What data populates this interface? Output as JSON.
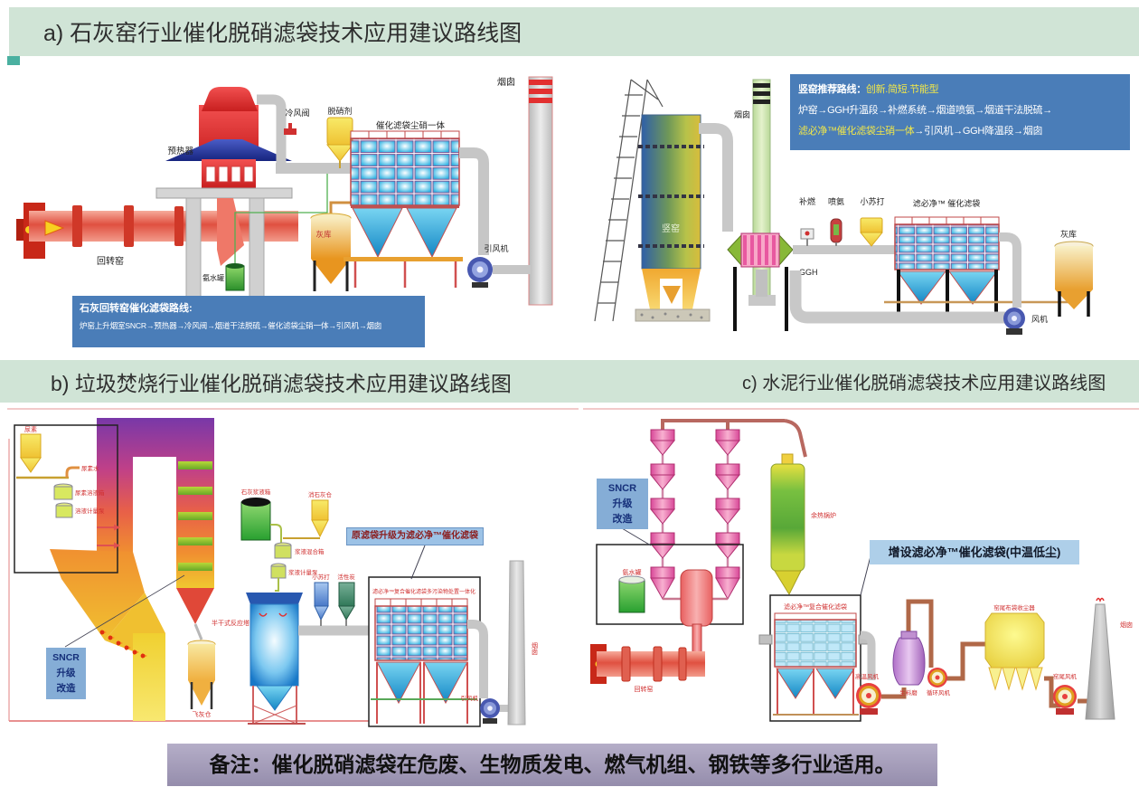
{
  "page": {
    "title_a": "a) 石灰窑行业催化脱硝滤袋技术应用建议路线图",
    "title_b": "b) 垃圾焚烧行业催化脱硝滤袋技术应用建议路线图",
    "title_c": "c) 水泥行业催化脱硝滤袋技术应用建议路线图",
    "note": "备注：催化脱硝滤袋在危废、生物质发电、燃气机组、钢铁等多行业适用。"
  },
  "lime_kiln": {
    "labels": {
      "preheater": "预热器",
      "rotary_kiln": "回转窑",
      "cold_air_valve": "冷风阀",
      "denitration_agent": "脱硝剂",
      "filter_unit": "催化滤袋尘硝一体",
      "chimney": "烟囱",
      "ash_silo": "灰库",
      "ammonia_tank": "氨水罐",
      "id_fan": "引风机"
    },
    "route_box": {
      "line1": "石灰回转窑催化滤袋路线:",
      "line2": "炉窑上升烟室SNCR→预热器→冷风阀→烟道干法脱硫→催化滤袋尘硝一体→引风机→烟囱"
    }
  },
  "shaft_kiln": {
    "labels": {
      "chimney": "烟囱",
      "kiln": "竖窑",
      "ggh": "GGH",
      "supplementary_burner": "补燃",
      "ammonia_injection": "喷氨",
      "baking_soda": "小苏打",
      "filter_unit": "滤必净™ 催化滤袋",
      "ash_silo": "灰库",
      "fan": "风机"
    },
    "route_box": {
      "title": "竖窑推荐路线：",
      "title_highlight": "创新.简短.节能型",
      "line2": "炉窑→GGH升温段→补燃系统→烟道喷氨→烟道干法脱硫→",
      "line3_highlight": "滤必净™催化滤袋尘硝一体",
      "line3_tail": "→引风机→GGH降温段→烟囱"
    }
  },
  "waste_incineration": {
    "labels": {
      "urea": "尿素",
      "urea_water": "尿素水",
      "solution_tank": "尿素溶液箱",
      "metering_pump": "溶液计量泵",
      "lime_slurry_tank": "石灰浆液箱",
      "slaked_lime_silo": "消石灰仓",
      "slurry_mixer": "浆液混合箱",
      "slurry_pump": "浆液计量泵",
      "semi_dry_tower": "半干式反应塔",
      "fly_ash_silo": "飞灰仓",
      "baking_soda": "小苏打",
      "activated_carbon": "活性炭",
      "id_fan": "引风机",
      "chimney": "烟囱"
    },
    "sncr_box": {
      "line1": "SNCR",
      "line2": "升级",
      "line3": "改造"
    },
    "upgrade_label": "原滤袋升级为滤必净™催化滤袋",
    "filter_label": "滤必净™复合催化滤袋多污染物处置一体化"
  },
  "cement": {
    "labels": {
      "ammonia_tank": "氨水罐",
      "rotary_kiln": "回转窑",
      "waste_heat_boiler": "余热锅炉",
      "ht_fan": "高温风机",
      "raw_mill": "生料磨",
      "circulating_fan": "循环风机",
      "bag_collector": "窑尾布袋收尘器",
      "tail_fan": "窑尾风机",
      "chimney": "烟囱"
    },
    "sncr_box": {
      "line1": "SNCR",
      "line2": "升级",
      "line3": "改造"
    },
    "filter_label": "滤必净™复合催化滤袋",
    "add_filter_label": "增设滤必净™催化滤袋(中温低尘)"
  },
  "colors": {
    "banner_green": "#d0e4d6",
    "route_blue": "#4a7db8",
    "highlight_yellow": "#f0e64a",
    "sncr_blue": "#85add6",
    "upgrade_label_blue": "#9cc2e6",
    "add_label_blue": "#aecfe9",
    "note_purple": "#a59dbd",
    "filter_cell_blue": "#2cb2e2",
    "label_red": "#d03030"
  }
}
